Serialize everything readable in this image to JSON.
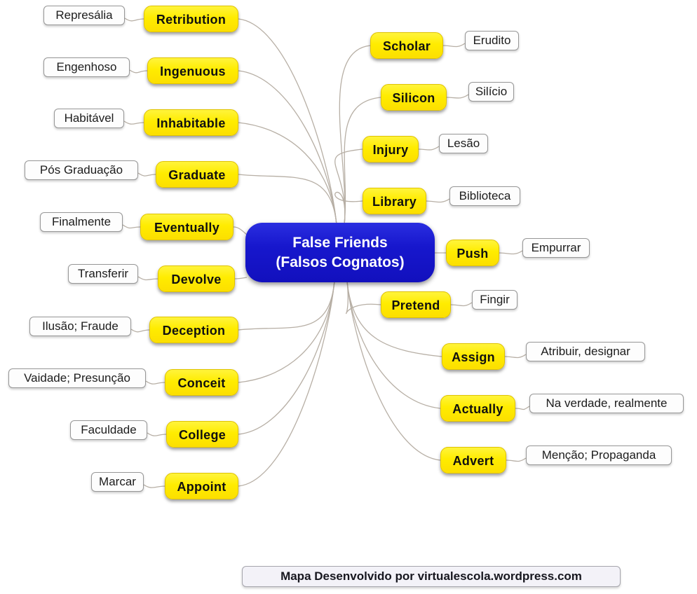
{
  "center": {
    "line1": "False Friends",
    "line2": "(Falsos Cognatos)"
  },
  "left_pairs": [
    {
      "pt": "Represália",
      "en": "Retribution"
    },
    {
      "pt": "Engenhoso",
      "en": "Ingenuous"
    },
    {
      "pt": "Habitável",
      "en": "Inhabitable"
    },
    {
      "pt": "Pós Graduação",
      "en": "Graduate"
    },
    {
      "pt": "Finalmente",
      "en": "Eventually"
    },
    {
      "pt": "Transferir",
      "en": "Devolve"
    },
    {
      "pt": "Ilusão; Fraude",
      "en": "Deception"
    },
    {
      "pt": "Vaidade; Presunção",
      "en": "Conceit"
    },
    {
      "pt": "Faculdade",
      "en": "College"
    },
    {
      "pt": "Marcar",
      "en": "Appoint"
    }
  ],
  "right_pairs": [
    {
      "en": "Scholar",
      "pt": "Erudito"
    },
    {
      "en": "Silicon",
      "pt": "Silício"
    },
    {
      "en": "Injury",
      "pt": "Lesão"
    },
    {
      "en": "Library",
      "pt": "Biblioteca"
    },
    {
      "en": "Push",
      "pt": "Empurrar"
    },
    {
      "en": "Pretend",
      "pt": "Fingir"
    },
    {
      "en": "Assign",
      "pt": "Atribuir, designar"
    },
    {
      "en": "Actually",
      "pt": "Na verdade, realmente"
    },
    {
      "en": "Advert",
      "pt": "Menção; Propaganda"
    }
  ],
  "footer": {
    "text": "Mapa Desenvolvido por virtualescola.wordpress.com"
  },
  "colors": {
    "center_blue": "#1717cd",
    "node_yellow": "#ffec00",
    "connector": "#b7afa5",
    "label_border": "#979797"
  }
}
